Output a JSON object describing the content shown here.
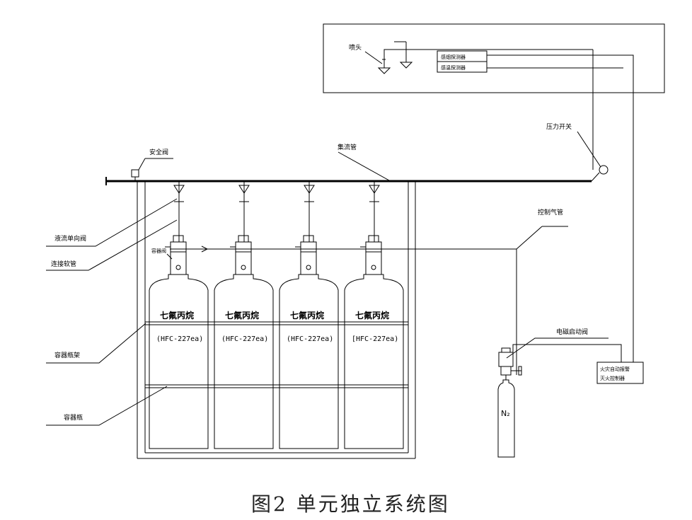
{
  "labels": {
    "nozzle": "喷头",
    "smoke_detector": "感烟探测器",
    "heat_detector": "感温探测器",
    "pressure_switch": "压力开关",
    "safety_valve": "安全阀",
    "manifold": "集流管",
    "check_valve": "液流单向阀",
    "hose": "连接软管",
    "container_valve": "容器阀",
    "rack": "容器瓶架",
    "cylinder": "容器瓶",
    "control_gas_pipe": "控制气管",
    "solenoid_valve": "电磁启动阀",
    "nitrogen": "N₂",
    "controller_line1": "火灾自动报警",
    "controller_line2": "灭火控制器"
  },
  "cylinders": [
    {
      "name": "七氟丙烷",
      "code": "(HFC-227ea)"
    },
    {
      "name": "七氟丙烷",
      "code": "(HFC-227ea)"
    },
    {
      "name": "七氟丙烷",
      "code": "(HFC-227ea)"
    },
    {
      "name": "七氟丙烷",
      "code": "[HFC-227ea)"
    }
  ],
  "caption": "图2   单元独立系统图"
}
